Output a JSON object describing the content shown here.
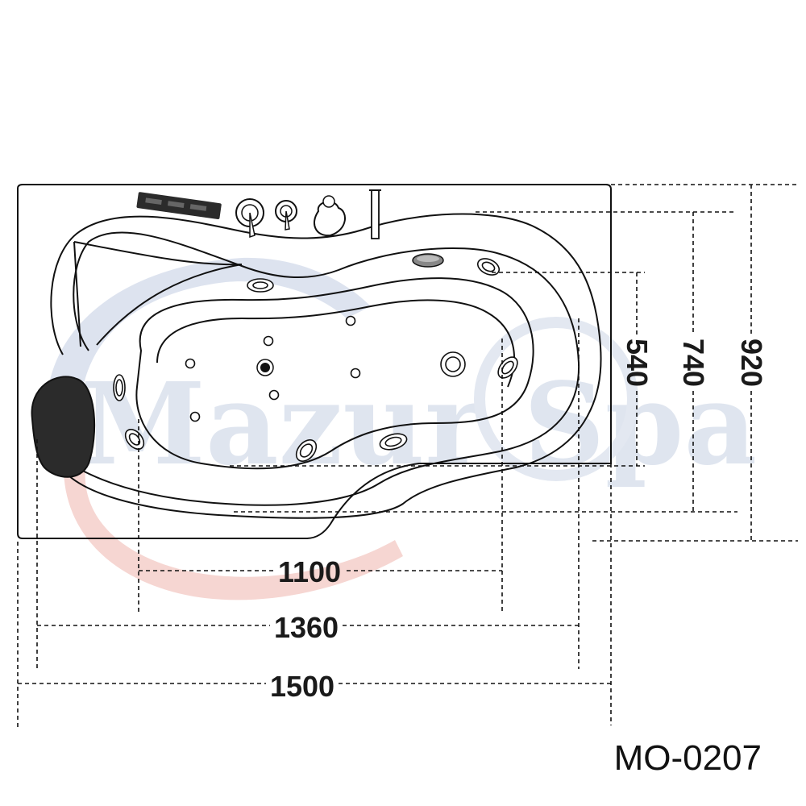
{
  "diagram": {
    "model": "MO-0207",
    "watermark": "Mazur Spa",
    "units": "mm",
    "dimensions": {
      "width_total": "1500",
      "width_mid": "1360",
      "width_inner": "1100",
      "depth_total": "920",
      "depth_mid": "740",
      "depth_inner": "540"
    },
    "colors": {
      "outline": "#111111",
      "headrest": "#2b2b2b",
      "watermark_blue": "#c9d3e6",
      "watermark_red": "#f2c6c2"
    },
    "icons": [
      "control-panel-icon",
      "faucet-handle-icon",
      "shower-head-icon",
      "spout-icon",
      "drain-icon",
      "jet-icon",
      "headrest-icon"
    ]
  }
}
